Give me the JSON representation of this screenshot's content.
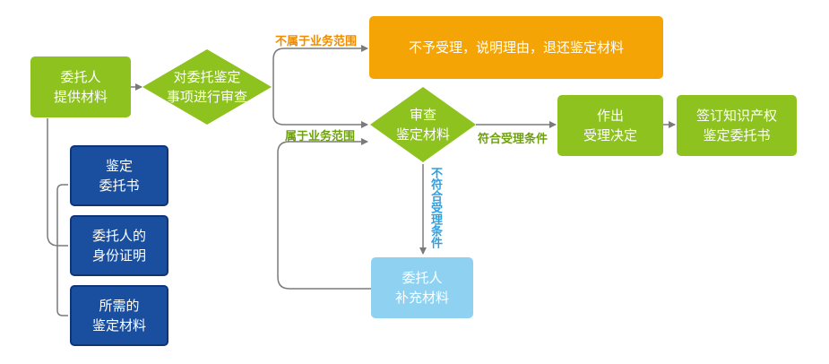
{
  "nodes": {
    "client_provide": "委托人\n提供材料",
    "review_matter": "对委托鉴定\n事项进行审查",
    "reject": "不予受理，说明理由，退还鉴定材料",
    "review_material": "审查\n鉴定材料",
    "decision": "作出\n受理决定",
    "sign": "签订知识产权\n鉴定委托书",
    "doc_letter": "鉴定\n委托书",
    "doc_identity": "委托人的\n身份证明",
    "doc_materials": "所需的\n鉴定材料",
    "supplement": "委托人\n补充材料"
  },
  "labels": {
    "not_in_scope": "不属于业务范围",
    "in_scope": "属于业务范围",
    "meets": "符合受理条件",
    "not_meet": "不符合受理条件"
  },
  "colors": {
    "green": "#8dc21f",
    "navy": "#1a4fa0",
    "orange": "#f4a404",
    "light_blue": "#8ed1f1",
    "line": "#7a7a7a"
  }
}
